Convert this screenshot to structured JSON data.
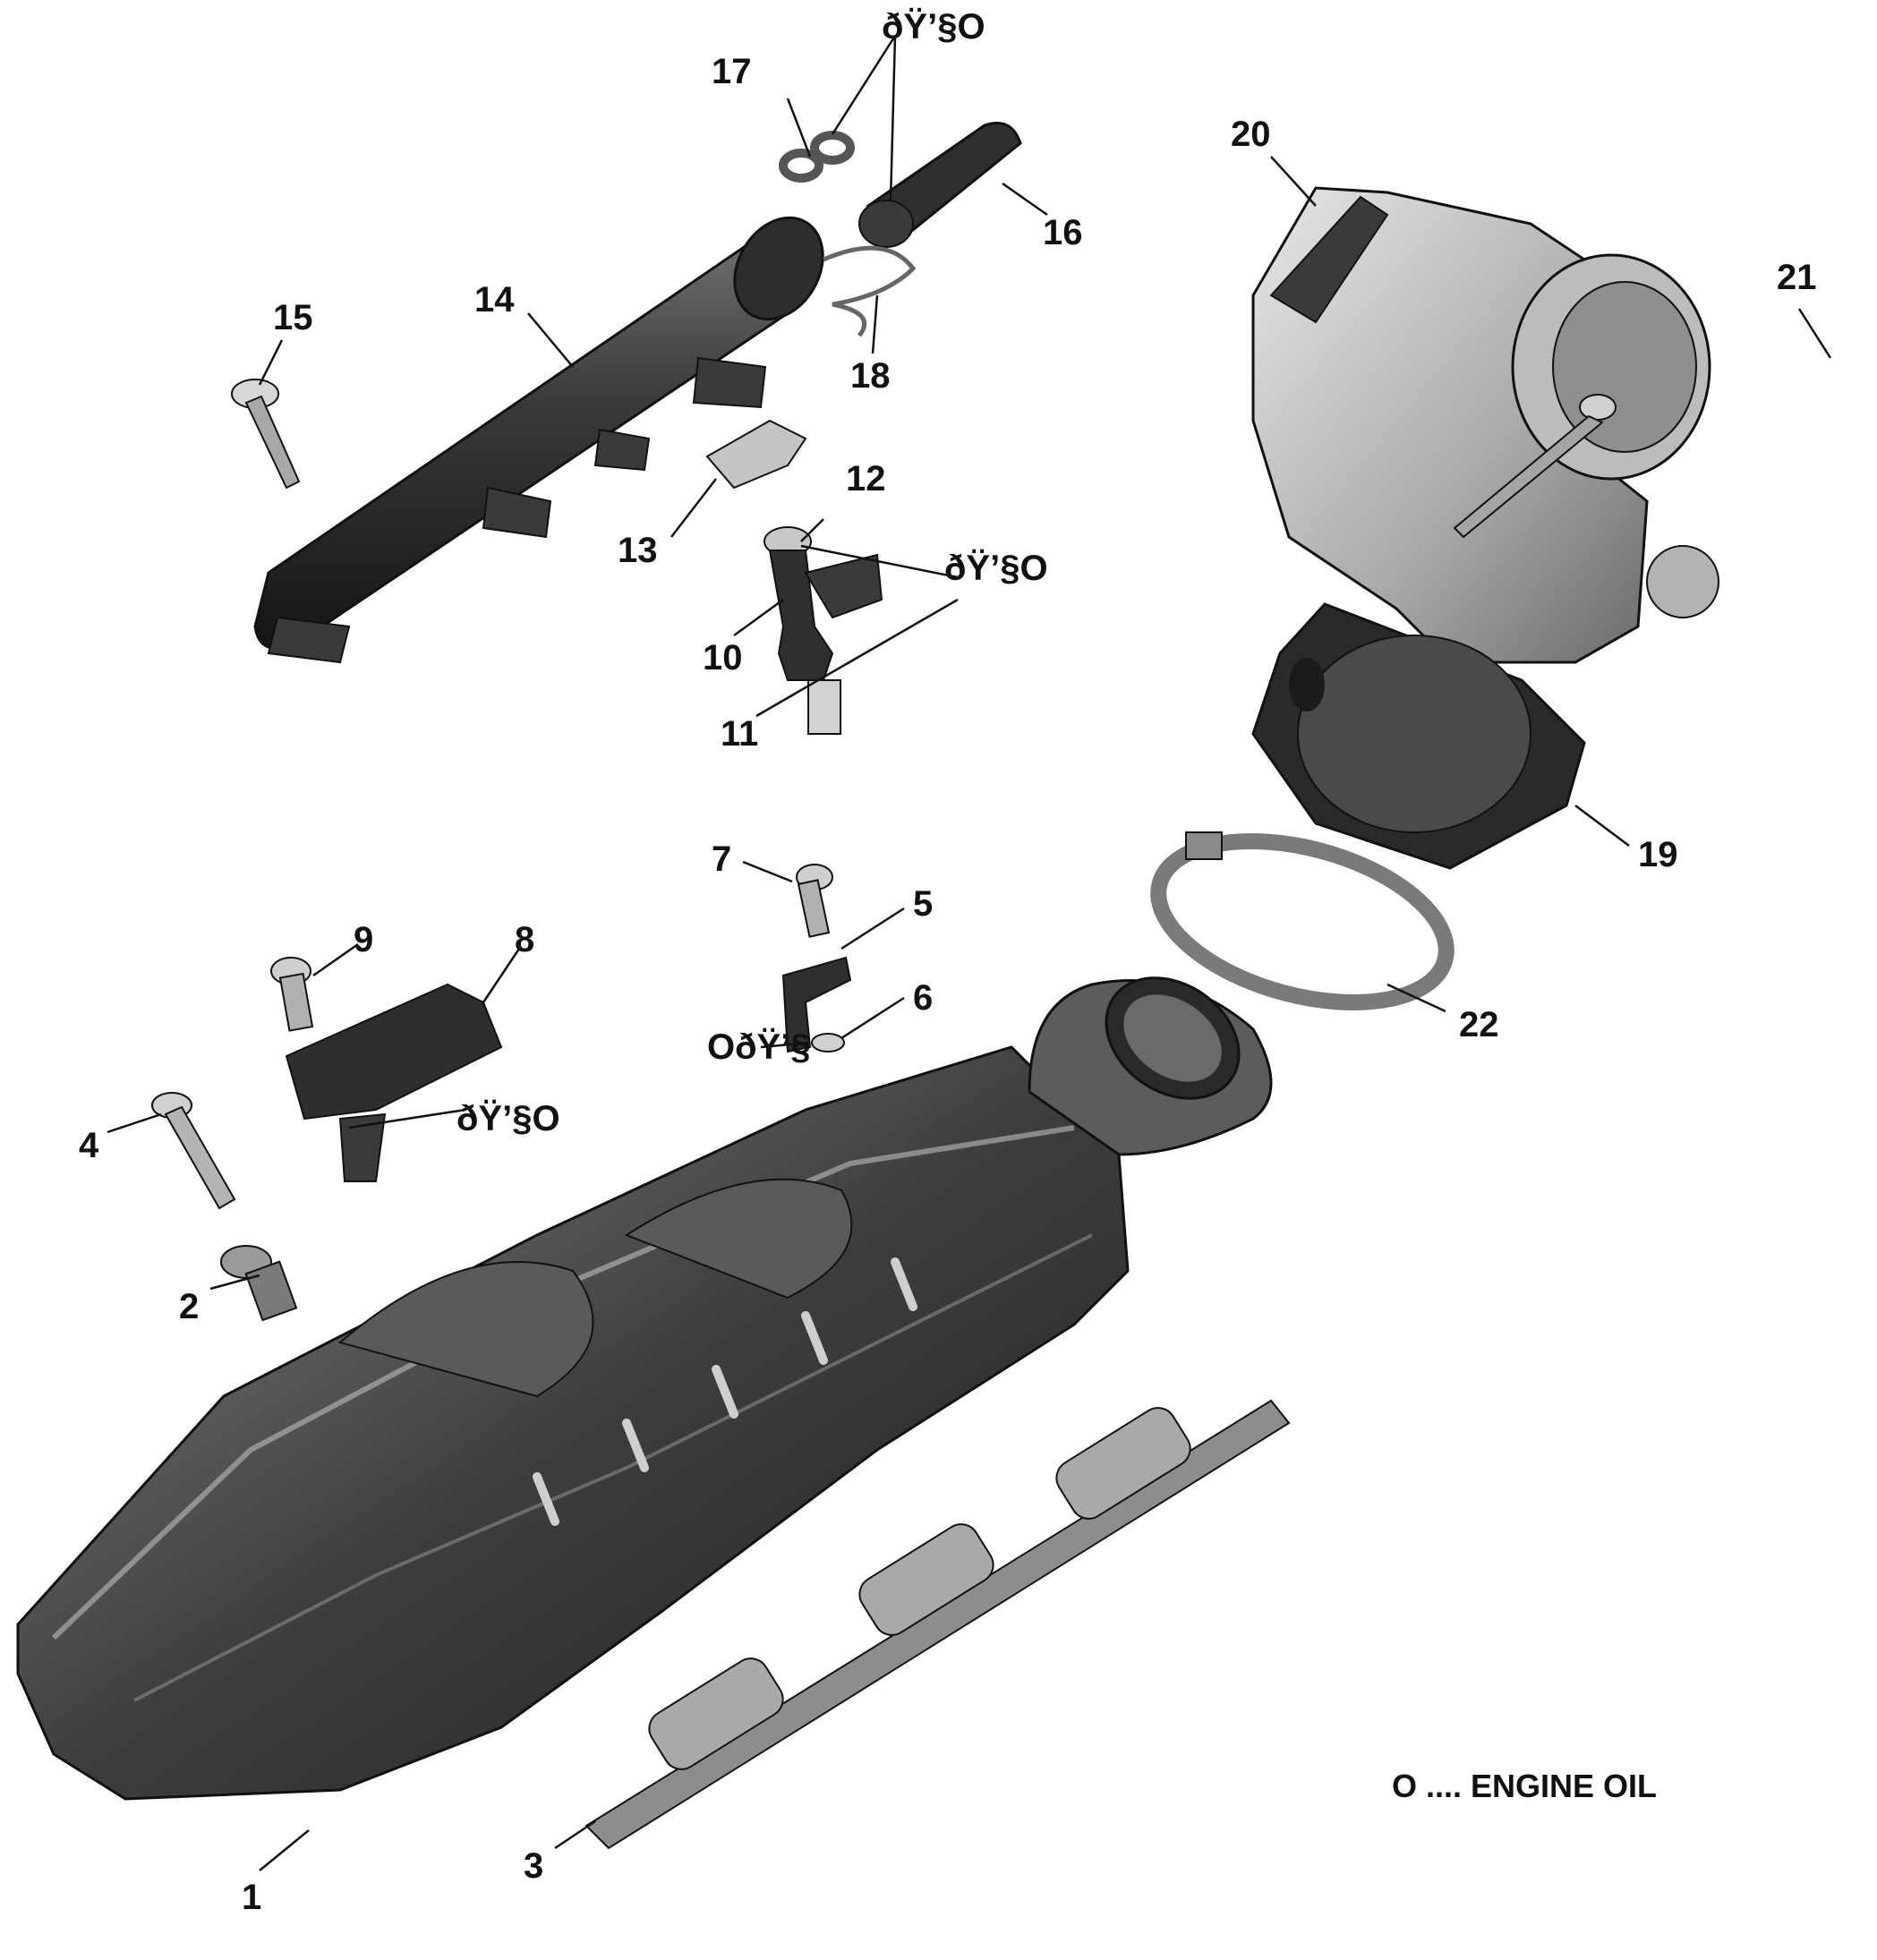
{
  "callouts": {
    "c1": "1",
    "c2": "2",
    "c3": "3",
    "c4": "4",
    "c5": "5",
    "c6": "6",
    "c7": "7",
    "c8": "8",
    "c9": "9",
    "c10": "10",
    "c11": "11",
    "c12": "12",
    "c13": "13",
    "c14": "14",
    "c15": "15",
    "c16": "16",
    "c17": "17",
    "c18": "18",
    "c19": "19",
    "c20": "20",
    "c21": "21",
    "c22": "22"
  },
  "oil_marks": {
    "m1": "ðŸ’§O",
    "m2": "ðŸ’§O",
    "m3": "OðŸ’§",
    "m4": "ðŸ’§O"
  },
  "legend": {
    "text": "O .... ENGINE OIL"
  },
  "colors": {
    "part_dark": "#3a3a3a",
    "part_mid": "#6b6b6b",
    "part_light": "#bdbdbd",
    "line": "#111111"
  }
}
